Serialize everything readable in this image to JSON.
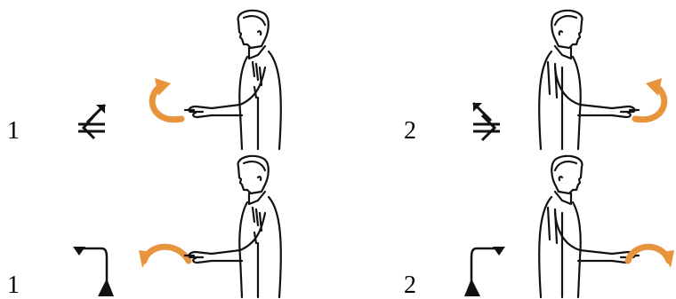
{
  "colors": {
    "arrow": "#e8943c",
    "ink": "#111111"
  },
  "panels": [
    {
      "label": "1",
      "symbol": "sign-symbol-1-icon",
      "arrow": "curved-arrow-icon",
      "figure": "person-facing-left-icon"
    },
    {
      "label": "2",
      "symbol": "sign-symbol-2-icon",
      "arrow": "curved-arrow-icon",
      "figure": "person-facing-right-icon"
    },
    {
      "label": "1",
      "symbol": "sign-symbol-3-icon",
      "arrow": "curved-arrow-icon",
      "figure": "person-facing-left-icon"
    },
    {
      "label": "2",
      "symbol": "sign-symbol-4-icon",
      "arrow": "curved-arrow-icon",
      "figure": "person-facing-right-icon"
    }
  ]
}
